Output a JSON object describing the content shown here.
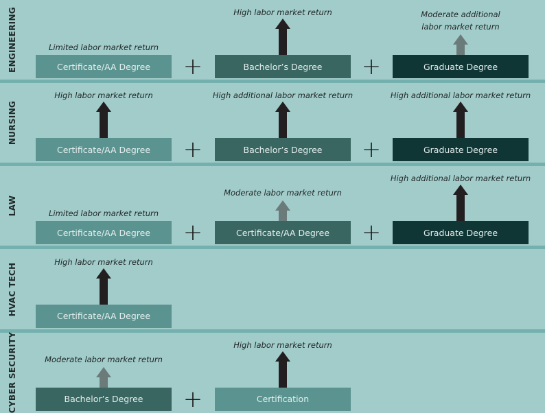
{
  "colors": {
    "background": "#a2ccca",
    "divider": "#74b0ae",
    "light": "#5a9390",
    "mid": "#3a6662",
    "dark": "#0f3535",
    "arrow_high": "#231f20",
    "arrow_moderate": "#6a7b7a"
  },
  "plus_symbol": "+",
  "sections": [
    {
      "title": "ENGINEERING",
      "cells": [
        {
          "degree": "Certificate/AA Degree",
          "tone": "light",
          "level": "none",
          "label": [
            "Limited labor market return"
          ]
        },
        {
          "degree": "Bachelor’s Degree",
          "tone": "mid",
          "level": "high",
          "label": [
            "High labor market return"
          ]
        },
        {
          "degree": "Graduate Degree",
          "tone": "dark",
          "level": "moderate",
          "label": [
            "Moderate additional",
            "labor market return"
          ]
        }
      ]
    },
    {
      "title": "NURSING",
      "cells": [
        {
          "degree": "Certificate/AA Degree",
          "tone": "light",
          "level": "high",
          "label": [
            "High labor market return"
          ]
        },
        {
          "degree": "Bachelor’s Degree",
          "tone": "mid",
          "level": "high",
          "label": [
            "High additional labor market return"
          ]
        },
        {
          "degree": "Graduate Degree",
          "tone": "dark",
          "level": "high",
          "label": [
            "High additional labor market return"
          ]
        }
      ]
    },
    {
      "title": "LAW",
      "cells": [
        {
          "degree": "Certificate/AA Degree",
          "tone": "light",
          "level": "none",
          "label": [
            "Limited labor market return"
          ]
        },
        {
          "degree": "Certificate/AA Degree",
          "tone": "mid",
          "level": "moderate",
          "label": [
            "Moderate labor market return"
          ]
        },
        {
          "degree": "Graduate Degree",
          "tone": "dark",
          "level": "high",
          "label": [
            "High additional labor market return"
          ]
        }
      ]
    },
    {
      "title": "HVAC TECH",
      "cells": [
        {
          "degree": "Certificate/AA Degree",
          "tone": "light",
          "level": "high",
          "label": [
            "High labor market return"
          ]
        }
      ]
    },
    {
      "title": "CYBER SECURITY",
      "cells": [
        {
          "degree": "Bachelor’s Degree",
          "tone": "mid",
          "level": "moderate",
          "label": [
            "Moderate labor market return"
          ]
        },
        {
          "degree": "Certification",
          "tone": "light",
          "level": "high",
          "label": [
            "High labor market return"
          ]
        }
      ]
    }
  ]
}
